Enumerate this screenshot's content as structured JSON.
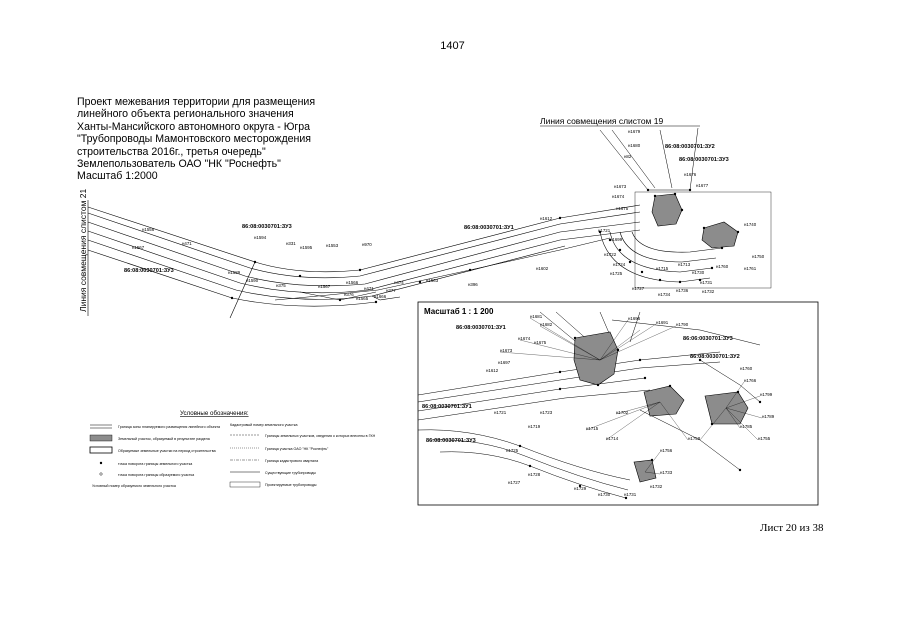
{
  "page": {
    "number": "1407",
    "sheet_label": "Лист 20 из 38"
  },
  "title": {
    "lines": [
      "Проект межевания территории для размещения",
      "линейного объекта регионального значения",
      "Ханты-Мансийского автономного округа - Югра",
      "\"Трубопроводы Мамонтовского месторождения",
      "строительства 2016г., третья очередь\"",
      "Землепользователь ОАО \"НК \"Роснефть\"",
      "Масштаб 1:2000"
    ]
  },
  "map": {
    "match_line_top": "Линия совмещения слистом 19",
    "match_line_left": "Линия совмещения слистом 21",
    "inset_scale": "Масштаб 1 : 1 200",
    "cadastral_parcels_main": [
      {
        "id": "c1",
        "text": "86:08:0030701:ЗУ2"
      },
      {
        "id": "c2",
        "text": "86:08:0030701:ЗУ3"
      },
      {
        "id": "c3",
        "text": "86:08:0030701:ЗУ3"
      },
      {
        "id": "c4",
        "text": "86:08:0030701:ЗУ1"
      },
      {
        "id": "c5",
        "text": "86:08:0030701:ЗУ3"
      }
    ],
    "cadastral_parcels_inset": [
      {
        "id": "i1",
        "text": "86:08:0030701:ЗУ1"
      },
      {
        "id": "i2",
        "text": "86:06:0030701:ЗУ3"
      },
      {
        "id": "i3",
        "text": "86:08:0030701:ЗУ2"
      },
      {
        "id": "i4",
        "text": "86:08:0030701:ЗУ1"
      },
      {
        "id": "i5",
        "text": "86:08:0030701:ЗУ3"
      }
    ],
    "points_main": [
      {
        "id": "p1",
        "text": "н1679"
      },
      {
        "id": "p2",
        "text": "н1680"
      },
      {
        "id": "p3",
        "text": "н82"
      },
      {
        "id": "p4",
        "text": "н1676"
      },
      {
        "id": "p5",
        "text": "н1677"
      },
      {
        "id": "p6",
        "text": "н1673"
      },
      {
        "id": "p7",
        "text": "н1674"
      },
      {
        "id": "p8",
        "text": "н1675"
      },
      {
        "id": "p9",
        "text": "н1612"
      },
      {
        "id": "p10",
        "text": "н1721"
      },
      {
        "id": "p11",
        "text": "н1699"
      },
      {
        "id": "p12",
        "text": "н1722"
      },
      {
        "id": "p13",
        "text": "н1724"
      },
      {
        "id": "p14",
        "text": "н1725"
      },
      {
        "id": "p15",
        "text": "н1602"
      },
      {
        "id": "p16",
        "text": "н1727"
      },
      {
        "id": "p17",
        "text": "н1734"
      },
      {
        "id": "p18",
        "text": "н1736"
      },
      {
        "id": "p19",
        "text": "н1731"
      },
      {
        "id": "p20",
        "text": "н1732"
      },
      {
        "id": "p21",
        "text": "н1730"
      },
      {
        "id": "p22",
        "text": "н1715"
      },
      {
        "id": "p23",
        "text": "н1713"
      },
      {
        "id": "p24",
        "text": "н1760"
      },
      {
        "id": "p25",
        "text": "н1740"
      },
      {
        "id": "p26",
        "text": "н1750"
      },
      {
        "id": "p27",
        "text": "н1761"
      },
      {
        "id": "p28",
        "text": "н1556"
      },
      {
        "id": "p29",
        "text": "н1567"
      },
      {
        "id": "p30",
        "text": "н471"
      },
      {
        "id": "p31",
        "text": "н1594"
      },
      {
        "id": "p32",
        "text": "н331"
      },
      {
        "id": "p33",
        "text": "н1595"
      },
      {
        "id": "p34",
        "text": "н1553"
      },
      {
        "id": "p35",
        "text": "н970"
      },
      {
        "id": "p36",
        "text": "н1589"
      },
      {
        "id": "p37",
        "text": "н1590"
      },
      {
        "id": "p38",
        "text": "н375"
      },
      {
        "id": "p39",
        "text": "н1567"
      },
      {
        "id": "p40",
        "text": "н1566"
      },
      {
        "id": "p41",
        "text": "н471"
      },
      {
        "id": "p42",
        "text": "н376"
      },
      {
        "id": "p43",
        "text": "н1565"
      },
      {
        "id": "p44",
        "text": "н474"
      },
      {
        "id": "p45",
        "text": "н1563"
      },
      {
        "id": "p46",
        "text": "н1666"
      },
      {
        "id": "p47",
        "text": "н377"
      },
      {
        "id": "p48",
        "text": "н396"
      }
    ],
    "points_inset": [
      {
        "id": "q1",
        "text": "н1681"
      },
      {
        "id": "q2",
        "text": "н1682"
      },
      {
        "id": "q3",
        "text": "н1674"
      },
      {
        "id": "q4",
        "text": "н1675"
      },
      {
        "id": "q5",
        "text": "н1673"
      },
      {
        "id": "q6",
        "text": "н1697"
      },
      {
        "id": "q7",
        "text": "н1612"
      },
      {
        "id": "q8",
        "text": "н1696"
      },
      {
        "id": "q9",
        "text": "н1691"
      },
      {
        "id": "q10",
        "text": "н1790"
      },
      {
        "id": "q11",
        "text": "н1760"
      },
      {
        "id": "q12",
        "text": "н1766"
      },
      {
        "id": "q13",
        "text": "н1799"
      },
      {
        "id": "q14",
        "text": "н1721"
      },
      {
        "id": "q15",
        "text": "н1723"
      },
      {
        "id": "q16",
        "text": "н1719"
      },
      {
        "id": "q17",
        "text": "н1725"
      },
      {
        "id": "q18",
        "text": "н1727"
      },
      {
        "id": "q19",
        "text": "н1728"
      },
      {
        "id": "q20",
        "text": "н1729"
      },
      {
        "id": "q21",
        "text": "н1730"
      },
      {
        "id": "q22",
        "text": "н1731"
      },
      {
        "id": "q23",
        "text": "н1732"
      },
      {
        "id": "q24",
        "text": "н1733"
      },
      {
        "id": "q25",
        "text": "н1756"
      },
      {
        "id": "q26",
        "text": "н1758"
      },
      {
        "id": "q27",
        "text": "н1715"
      },
      {
        "id": "q28",
        "text": "н1714"
      },
      {
        "id": "q29",
        "text": "н1785"
      },
      {
        "id": "q30",
        "text": "н1789"
      },
      {
        "id": "q31",
        "text": "н1755"
      },
      {
        "id": "q32",
        "text": "н1702"
      }
    ],
    "legend": {
      "title": "Условные обозначения:",
      "items_left": [
        {
          "id": "l1",
          "text": "Граница зоны планируемого размещения линейного объекта"
        },
        {
          "id": "l2",
          "text": "Земельный участок, образуемый в результате раздела"
        },
        {
          "id": "l3",
          "text": "Образуемые земельные участки на период строительства"
        },
        {
          "id": "l4",
          "text": "точка поворота границы земельного участка"
        },
        {
          "id": "l5",
          "text": "точка поворота границы образуемого участка"
        },
        {
          "id": "l6",
          "text": "Условный номер образуемого земельного участка"
        }
      ],
      "items_right": [
        {
          "id": "r1",
          "text": "Кадастровый номер земельного участка"
        },
        {
          "id": "r2",
          "text": "Границы земельных участков, сведения о которых внесены в ГКН"
        },
        {
          "id": "r3",
          "text": "Граница участка ОАО \"НК \"Роснефть\""
        },
        {
          "id": "r4",
          "text": "Граница кадастрового квартала"
        },
        {
          "id": "r5",
          "text": "Существующие трубопроводы"
        },
        {
          "id": "r6",
          "text": "Проектируемые трубопроводы"
        }
      ]
    }
  },
  "colors": {
    "ink": "#000000",
    "parcel_fill": "#8c8c8c",
    "hatch": "#555555",
    "paper": "#ffffff"
  }
}
